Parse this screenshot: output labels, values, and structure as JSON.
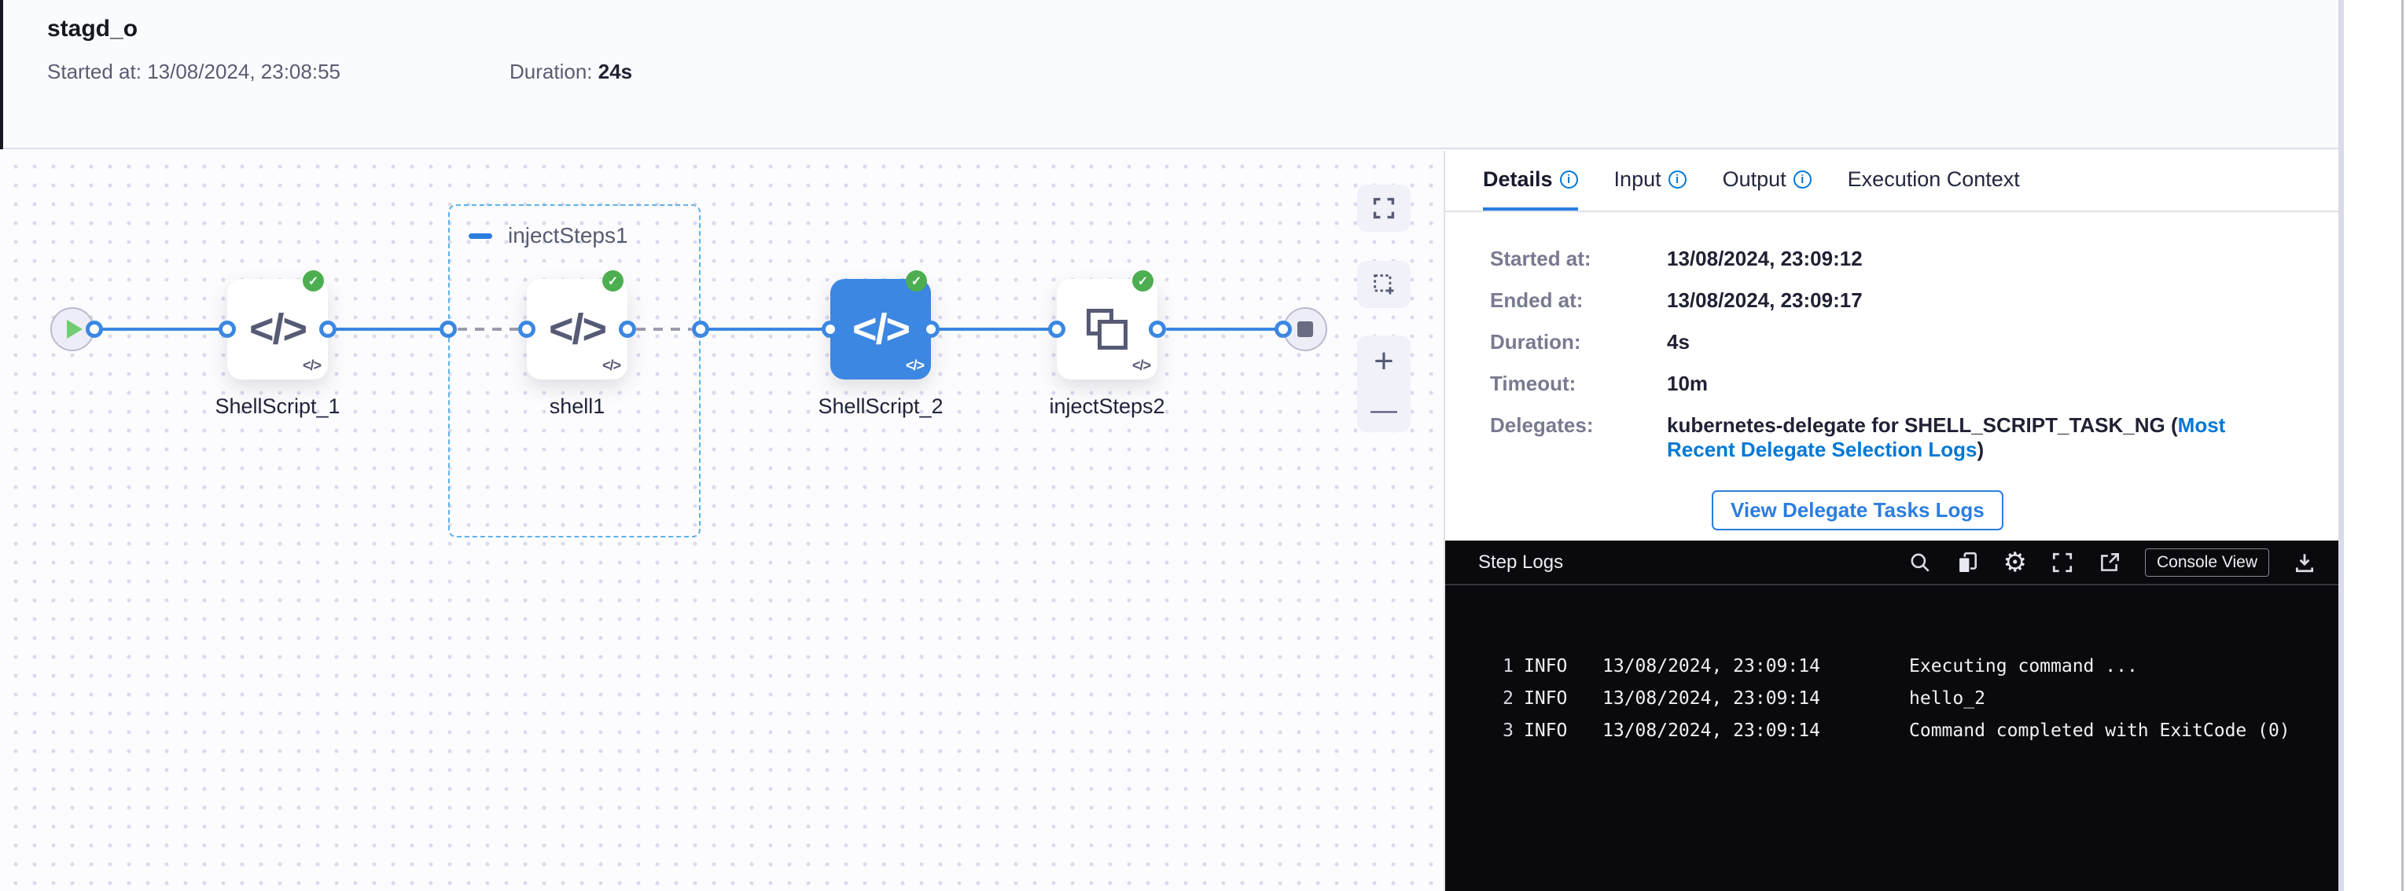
{
  "header": {
    "title": "stagd_o",
    "started_label": "Started at:",
    "started_value": "13/08/2024, 23:08:55",
    "duration_label": "Duration:",
    "duration_value": "24s"
  },
  "canvas": {
    "group_label": "injectSteps1",
    "nodes": [
      {
        "label": "ShellScript_1"
      },
      {
        "label": "shell1"
      },
      {
        "label": "ShellScript_2"
      },
      {
        "label": "injectSteps2"
      }
    ],
    "code_icon_glyph": "</>",
    "check_glyph": "✓",
    "zoom_in_glyph": "+",
    "zoom_out_glyph": "—"
  },
  "details": {
    "tabs": [
      {
        "label": "Details"
      },
      {
        "label": "Input"
      },
      {
        "label": "Output"
      },
      {
        "label": "Execution Context"
      }
    ],
    "info_glyph": "i",
    "rows": [
      {
        "label": "Started at:",
        "value": "13/08/2024, 23:09:12"
      },
      {
        "label": "Ended at:",
        "value": "13/08/2024, 23:09:17"
      },
      {
        "label": "Duration:",
        "value": "4s"
      },
      {
        "label": "Timeout:",
        "value": "10m"
      }
    ],
    "delegates": {
      "label": "Delegates:",
      "text_before": "kubernetes-delegate for SHELL_SCRIPT_TASK_NG (",
      "link": "Most Recent Delegate Selection Logs",
      "text_after": ")"
    },
    "view_logs_button": "View Delegate Tasks Logs"
  },
  "logs": {
    "title": "Step Logs",
    "console_view_button": "Console View",
    "lines": [
      {
        "num": "1",
        "level": "INFO",
        "time": "13/08/2024, 23:09:14",
        "message": "Executing command ..."
      },
      {
        "num": "2",
        "level": "INFO",
        "time": "13/08/2024, 23:09:14",
        "message": "hello_2"
      },
      {
        "num": "3",
        "level": "INFO",
        "time": "13/08/2024, 23:09:14",
        "message": "Command completed with ExitCode (0)"
      }
    ]
  },
  "colors": {
    "accent_blue": "#2b7de0",
    "link_blue": "#0278d5",
    "node_blue": "#3b87e2",
    "success_green": "#4cae50",
    "log_background": "#0a0a0e"
  }
}
